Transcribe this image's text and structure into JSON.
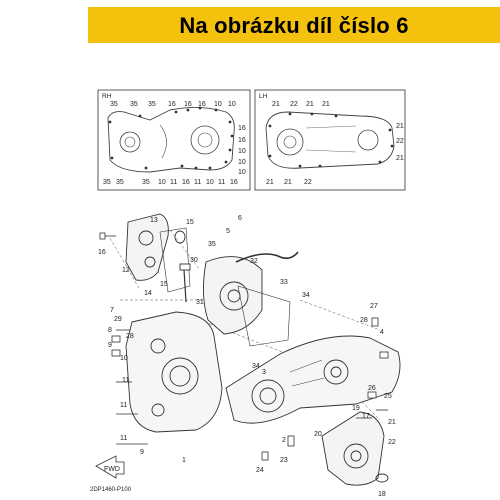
{
  "banner": {
    "text": "Na obrázku díl číslo 6",
    "color": "#f4c20d"
  },
  "inset_rh": {
    "title": "RH",
    "top_labels": [
      "35",
      "35",
      "35",
      "16",
      "16",
      "16",
      "10",
      "10"
    ],
    "right_labels": [
      "16",
      "16",
      "10",
      "10",
      "10"
    ],
    "bottom_labels": [
      "35",
      "35",
      "35",
      "10",
      "11",
      "16",
      "11",
      "10",
      "11",
      "16"
    ]
  },
  "inset_lh": {
    "title": "LH",
    "top_labels": [
      "21",
      "22",
      "21",
      "21"
    ],
    "right_labels": [
      "21",
      "22",
      "21"
    ],
    "bottom_labels": [
      "21",
      "21",
      "22"
    ]
  },
  "callouts": [
    "16",
    "12",
    "13",
    "15",
    "14",
    "15",
    "30",
    "31",
    "29",
    "28",
    "7",
    "8",
    "9",
    "10",
    "11",
    "11",
    "11",
    "9",
    "6",
    "5",
    "35",
    "32",
    "33",
    "34",
    "34",
    "3",
    "1",
    "2",
    "20",
    "24",
    "23",
    "27",
    "28",
    "4",
    "26",
    "25",
    "17",
    "19",
    "21",
    "22",
    "18"
  ],
  "front_arrow": "FWD",
  "diagram_code": "2DP1460-P100"
}
